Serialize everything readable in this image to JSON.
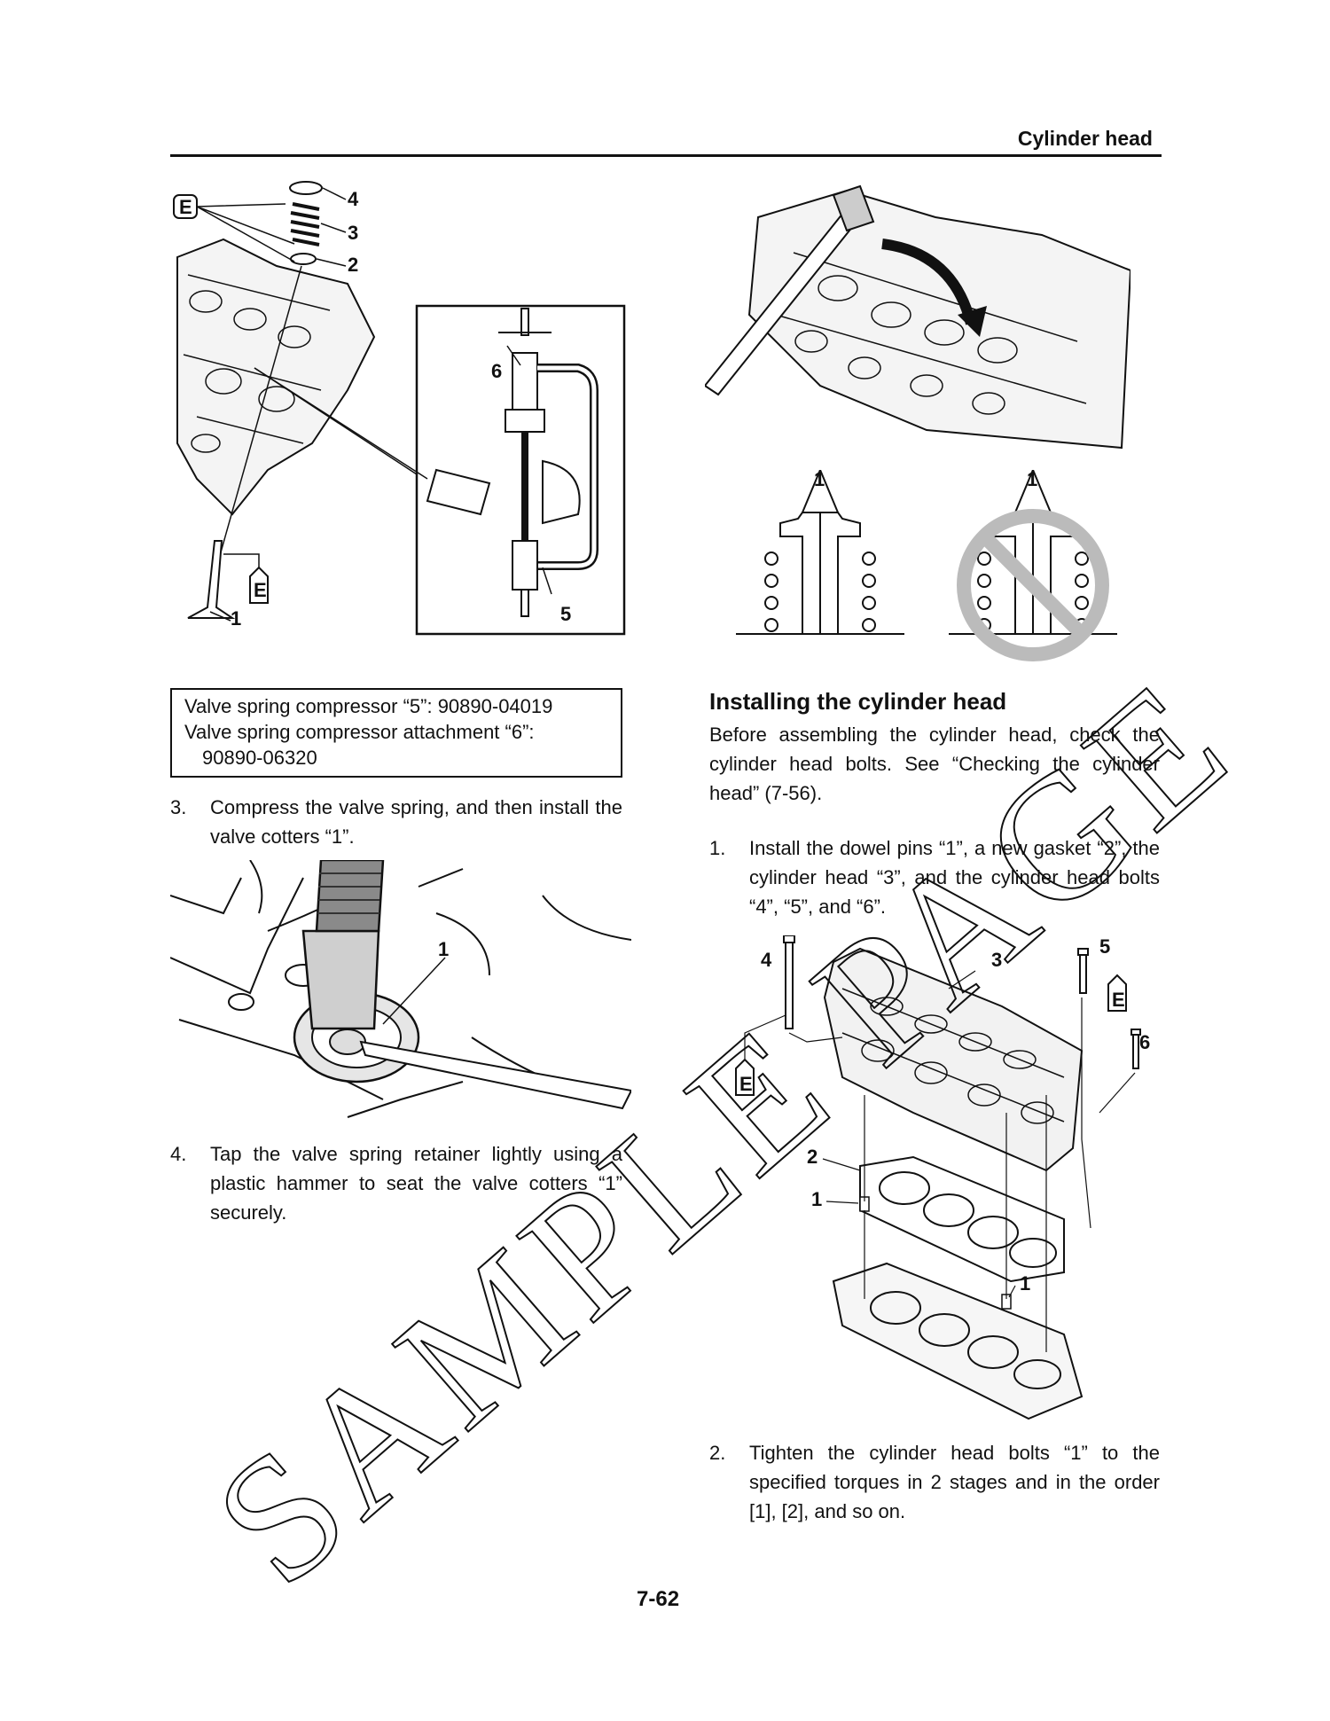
{
  "header": {
    "title": "Cylinder head"
  },
  "figures": {
    "valve_assembly": {
      "callouts": [
        "4",
        "3",
        "2",
        "6",
        "1",
        "5"
      ],
      "lube_symbol": "E"
    },
    "cotter_install": {
      "callouts": [
        "1"
      ]
    },
    "valve_guide": {
      "callouts": [
        "1",
        "1"
      ]
    },
    "head_install": {
      "callouts": [
        "4",
        "3",
        "5",
        "6",
        "2",
        "1",
        "1"
      ],
      "lube_symbol": "E"
    }
  },
  "spec_box": {
    "lines": [
      "Valve spring compressor “5”: 90890-04019",
      "Valve spring compressor attachment “6”:",
      "90890-06320"
    ]
  },
  "left_steps": [
    {
      "num": "3.",
      "text": "Compress the valve spring, and then install the valve cotters “1”."
    },
    {
      "num": "4.",
      "text": "Tap the valve spring retainer lightly using a plastic hammer to seat the valve cotters “1” securely."
    }
  ],
  "section": {
    "title": "Installing the cylinder head",
    "intro": "Before assembling the cylinder head, check the cylinder head bolts. See “Checking the cylinder head” (7-56)."
  },
  "right_steps": [
    {
      "num": "1.",
      "text": "Install the dowel pins “1”, a new gasket “2”, the cylinder head “3”, and the cylinder head bolts “4”, “5”, and “6”."
    },
    {
      "num": "2.",
      "text": "Tighten the cylinder head bolts “1” to the specified torques in 2 stages and in the order [1], [2], and so on."
    }
  ],
  "page_number": "7-62",
  "watermark": "SAMPLE PAGE",
  "colors": {
    "ink": "#111111",
    "watermark_fill": "#ffffff",
    "prohibit_gray": "#bbbbbb"
  }
}
